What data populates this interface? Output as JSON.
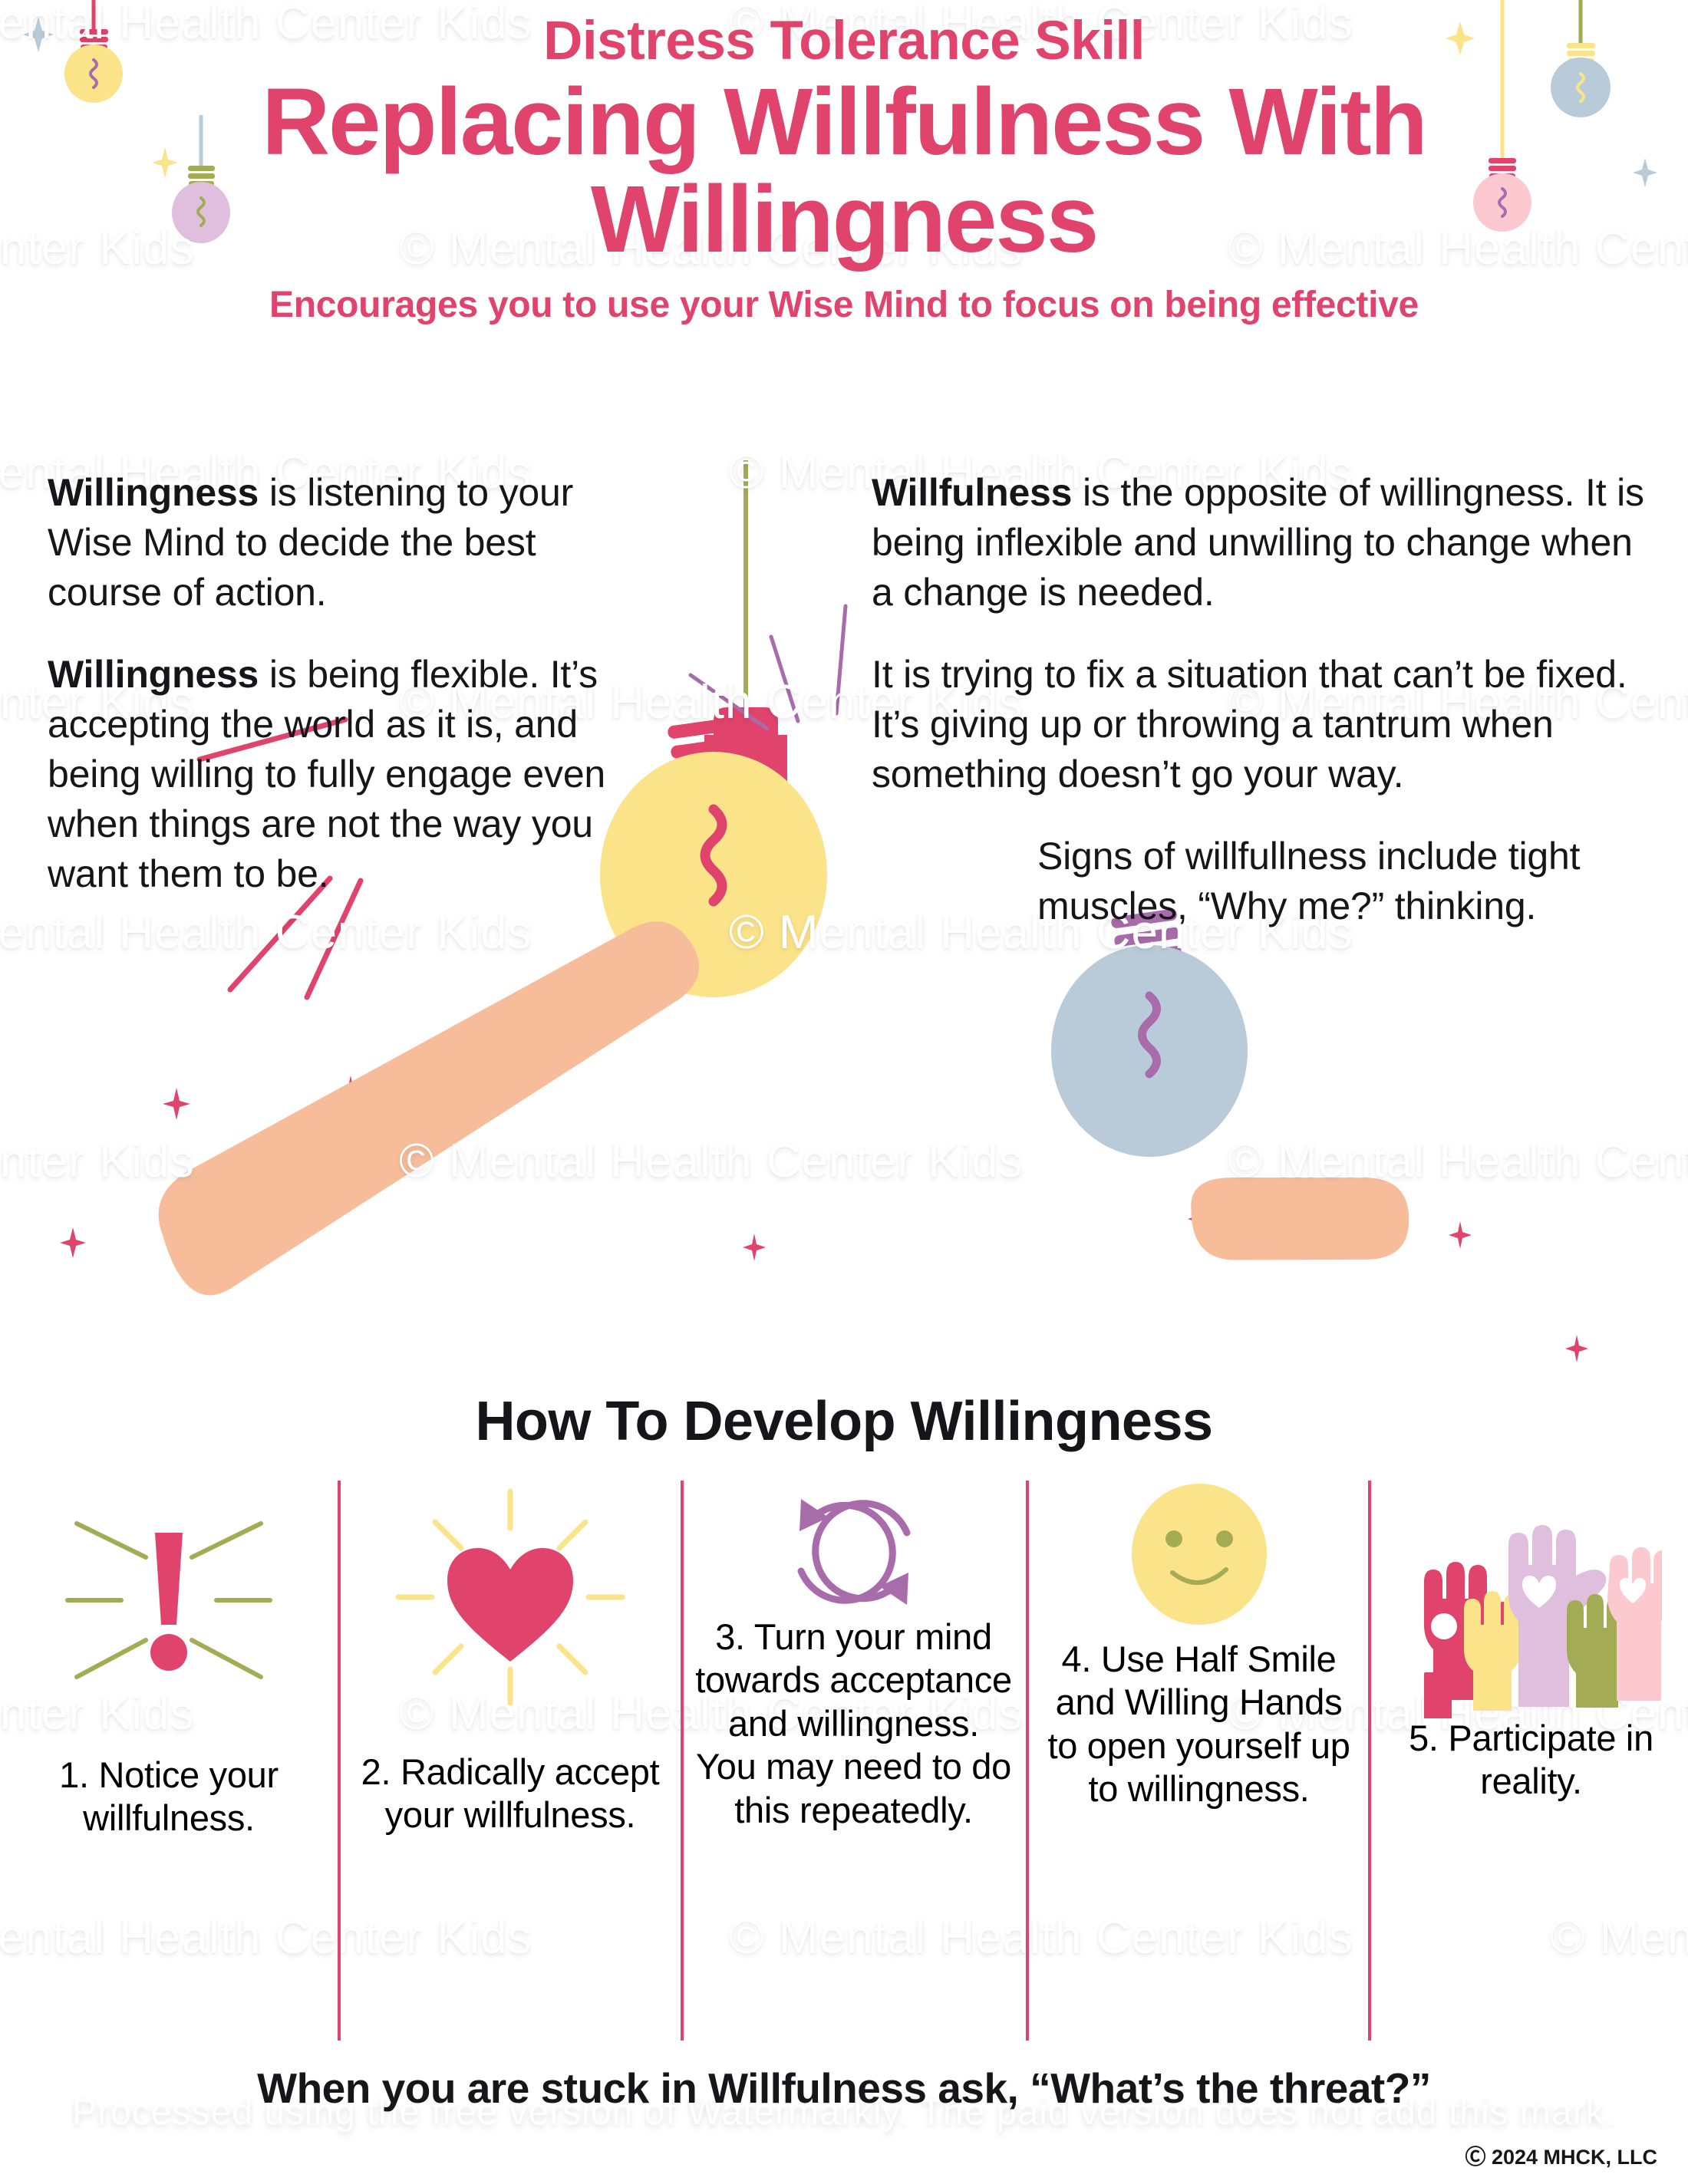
{
  "header": {
    "kicker": "Distress Tolerance Skill",
    "title_line1": "Replacing Willfulness With",
    "title_line2": "Willingness",
    "subtitle": "Encourages you to use your Wise Mind to focus on being effective"
  },
  "left_column": {
    "paragraph1_bold": "Willingness",
    "paragraph1_rest": " is listening to your Wise Mind to decide the best course of action.",
    "paragraph2_bold": "Willingness",
    "paragraph2_rest": " is being flexible. It’s accepting the world as it is, and being willing to fully engage even when things are not the way you want them to be."
  },
  "right_column": {
    "paragraph1_bold": "Willfulness",
    "paragraph1_rest": " is the opposite of willingness.  It is being inflexible and unwilling to change when a change is needed.",
    "paragraph2": "It is trying to fix a situation that can’t be fixed.  It’s giving up or throwing a tantrum when something doesn’t go your way.",
    "paragraph3": "Signs of willfullness include tight muscles, “Why me?” thinking."
  },
  "howto": {
    "title": "How To Develop Willingness",
    "steps": [
      {
        "icon": "exclamation-burst-icon",
        "label": "1. Notice your willfulness."
      },
      {
        "icon": "heart-shine-icon",
        "label": "2.  Radically accept your willfulness."
      },
      {
        "icon": "circular-arrows-icon",
        "label": "3.  Turn your mind towards acceptance and willingness. You may need to do this repeatedly."
      },
      {
        "icon": "half-smile-face-icon",
        "label": "4. Use Half Smile and Willing Hands to open yourself up to willingness."
      },
      {
        "icon": "raised-hands-icon",
        "label": "5.  Participate in reality."
      }
    ]
  },
  "footer": {
    "question": "When you are stuck in Willfulness ask, “What’s the threat?”",
    "copyright": "Ⓒ 2024 MHCK, LLC"
  },
  "watermarks": {
    "brand": "© Mental Health Center Kids",
    "notice": "Processed using the free version of Watermarkly. The paid version does not add this mark."
  },
  "colors": {
    "accent_pink": "#e0436b",
    "bulb_yellow": "#fbe38a",
    "bulb_blue": "#b9cbd8",
    "bulb_lilac": "#e0bedd",
    "bulb_pink": "#fbc9cf",
    "olive": "#a3ac55",
    "purple": "#a96cab",
    "skin": "#f7bd9b",
    "text_dark": "#16161a"
  }
}
